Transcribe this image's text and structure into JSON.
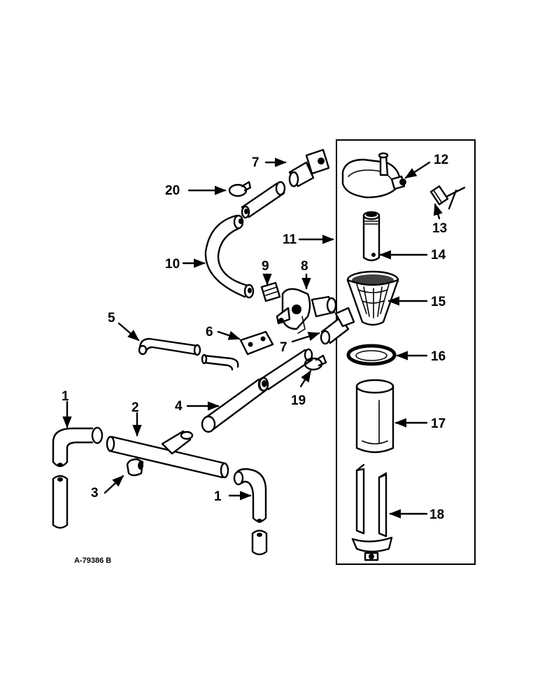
{
  "drawing_ref": "A-79386 B",
  "callouts": [
    {
      "id": "c1a",
      "label": "1"
    },
    {
      "id": "c1b",
      "label": "1"
    },
    {
      "id": "c2",
      "label": "2"
    },
    {
      "id": "c3",
      "label": "3"
    },
    {
      "id": "c4",
      "label": "4"
    },
    {
      "id": "c5",
      "label": "5"
    },
    {
      "id": "c6",
      "label": "6"
    },
    {
      "id": "c7a",
      "label": "7"
    },
    {
      "id": "c7b",
      "label": "7"
    },
    {
      "id": "c8",
      "label": "8"
    },
    {
      "id": "c9",
      "label": "9"
    },
    {
      "id": "c10",
      "label": "10"
    },
    {
      "id": "c11",
      "label": "11"
    },
    {
      "id": "c12",
      "label": "12"
    },
    {
      "id": "c13",
      "label": "13"
    },
    {
      "id": "c14",
      "label": "14"
    },
    {
      "id": "c15",
      "label": "15"
    },
    {
      "id": "c16",
      "label": "16"
    },
    {
      "id": "c17",
      "label": "17"
    },
    {
      "id": "c18",
      "label": "18"
    },
    {
      "id": "c19",
      "label": "19"
    },
    {
      "id": "c20",
      "label": "20"
    }
  ]
}
